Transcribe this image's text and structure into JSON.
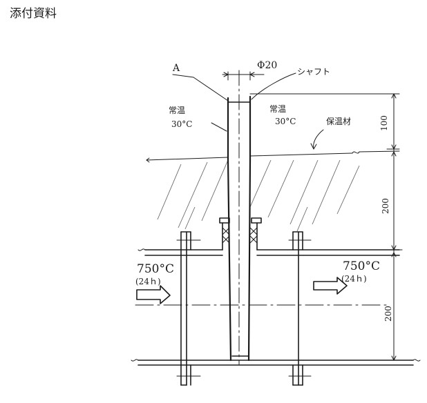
{
  "title": "添付資料",
  "labels": {
    "point_a": "A",
    "diameter": "Φ20",
    "shaft": "シャフト",
    "insulation": "保温材",
    "normal_temp_left": "常温",
    "normal_temp_left_value": "30°C",
    "normal_temp_right": "常温",
    "normal_temp_right_value": "30°C",
    "inlet_temp": "750°C",
    "inlet_duration": "(24ｈ)",
    "outlet_temp": "750°C",
    "outlet_duration": "(24ｈ)"
  },
  "dimensions": {
    "top": "100",
    "middle": "200",
    "bottom": "200"
  }
}
